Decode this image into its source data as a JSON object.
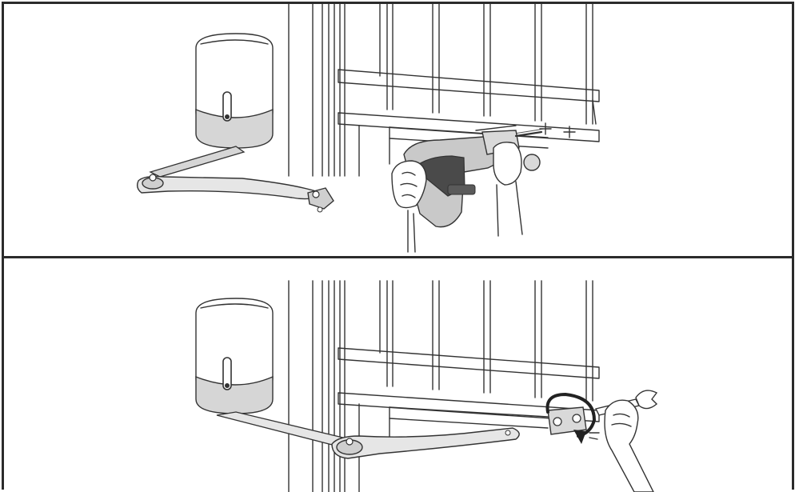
{
  "figure": {
    "steps": [
      {
        "id": "step-1",
        "action": "drill-mounting-holes"
      },
      {
        "id": "step-2",
        "action": "tighten-arm-bracket-bolts"
      }
    ],
    "colors": {
      "line": "#333333",
      "motor_top": "#ffffff",
      "motor_base": "#d6d6d6",
      "tool_body": "#c9c9c9",
      "tool_dark": "#4a4a4a",
      "border": "#2b2b2b"
    },
    "icons": [
      "gate-motor-icon",
      "hammer-drill-icon",
      "wrench-icon",
      "rotation-arrow-icon",
      "gloved-hand-icon"
    ]
  }
}
